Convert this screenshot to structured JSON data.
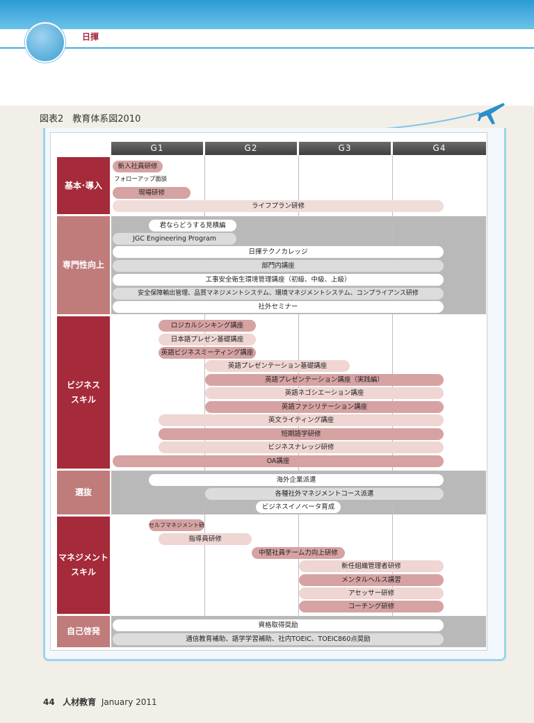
{
  "header": {
    "brand": "日揮"
  },
  "caption": "図表2　教育体系図2010",
  "grades": [
    "G1",
    "G2",
    "G3",
    "G4"
  ],
  "categories": [
    {
      "label": "基本･導入"
    },
    {
      "label": "専門性向上"
    },
    {
      "label": "ビジネス\nスキル"
    },
    {
      "label": "選抜"
    },
    {
      "label": "マネジメント\nスキル"
    },
    {
      "label": "自己啓発"
    }
  ],
  "programs": {
    "kihon": [
      "新入社員研修",
      "フォローアップ面談",
      "現場研修",
      "ライフプラン研修"
    ],
    "senmon": [
      "君ならどうする見積編",
      "JGC Engineering Program",
      "日揮テクノカレッジ",
      "部門内講座",
      "工事安全衛生環境管理講座（初級、中級、上級）",
      "安全保障輸出管理、品質マネジメントシステム、環境マネジメントシステム、コンプライアンス研修",
      "社外セミナー"
    ],
    "business": [
      "ロジカルシンキング講座",
      "日本語プレゼン基礎講座",
      "英語ビジネスミーティング講座",
      "英語プレゼンテーション基礎講座",
      "英語プレゼンテーション講座（実践編）",
      "英語ネゴシエーション講座",
      "英語ファシリテーション講座",
      "英文ライティング講座",
      "短期語学研修",
      "ビジネスナレッジ研修",
      "OA講座"
    ],
    "senbatsu": [
      "海外企業派遣",
      "各種社外マネジメントコース派遣",
      "ビジネスイノベータ育成"
    ],
    "management": [
      "セルフマネジメント研修",
      "指導員研修",
      "中堅社員チーム力向上研修",
      "新任組織管理者研修",
      "メンタルヘルス講習",
      "アセッサー研修",
      "コーチング研修"
    ],
    "jiko": [
      "資格取得奨励",
      "通信教育補助、語学学習補助、社内TOEIC、TOEIC860点奨励"
    ]
  },
  "footer": {
    "page": "44",
    "magazine": "人材教育",
    "issue": "January 2011"
  }
}
